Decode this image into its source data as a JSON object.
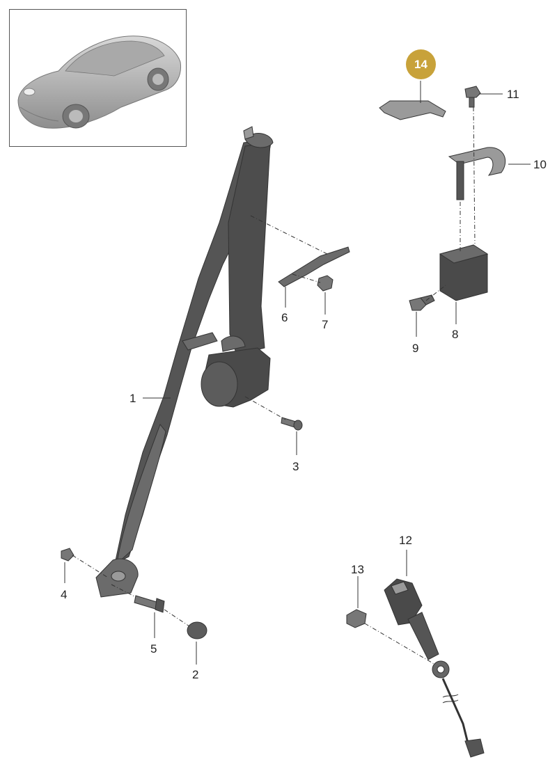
{
  "callouts": {
    "c1": "1",
    "c2": "2",
    "c3": "3",
    "c4": "4",
    "c5": "5",
    "c6": "6",
    "c7": "7",
    "c8": "8",
    "c9": "9",
    "c10": "10",
    "c11": "11",
    "c12": "12",
    "c13": "13",
    "c14": "14"
  },
  "colors": {
    "part_dark": "#4a4a4a",
    "part_mid": "#6b6b6b",
    "part_light": "#9a9a9a",
    "badge": "#c8a23a",
    "line": "#333333"
  },
  "icons": {
    "vehicle": "car-icon"
  }
}
